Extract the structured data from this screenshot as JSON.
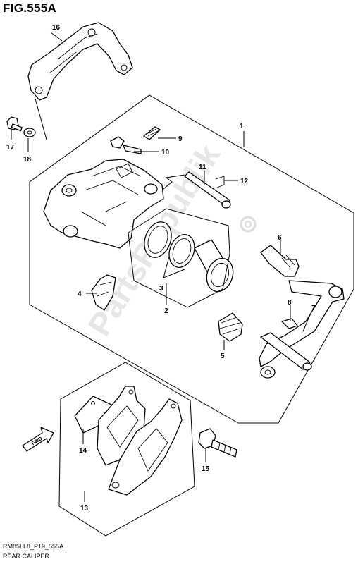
{
  "figure": {
    "title": "FIG.555A",
    "code": "RM85LL8_P19_555A",
    "caption": "REAR CALIPER"
  },
  "watermark": "PartsRepublik",
  "fwd_label": "FWD",
  "callouts": [
    {
      "id": "c1",
      "label": "1"
    },
    {
      "id": "c2",
      "label": "2"
    },
    {
      "id": "c3",
      "label": "3"
    },
    {
      "id": "c4",
      "label": "4"
    },
    {
      "id": "c5",
      "label": "5"
    },
    {
      "id": "c6",
      "label": "6"
    },
    {
      "id": "c7",
      "label": "7"
    },
    {
      "id": "c8",
      "label": "8"
    },
    {
      "id": "c9",
      "label": "9"
    },
    {
      "id": "c10",
      "label": "10"
    },
    {
      "id": "c11",
      "label": "11"
    },
    {
      "id": "c12",
      "label": "12"
    },
    {
      "id": "c13",
      "label": "13"
    },
    {
      "id": "c14",
      "label": "14"
    },
    {
      "id": "c15",
      "label": "15"
    },
    {
      "id": "c16",
      "label": "16"
    },
    {
      "id": "c17",
      "label": "17"
    },
    {
      "id": "c18",
      "label": "18"
    }
  ]
}
